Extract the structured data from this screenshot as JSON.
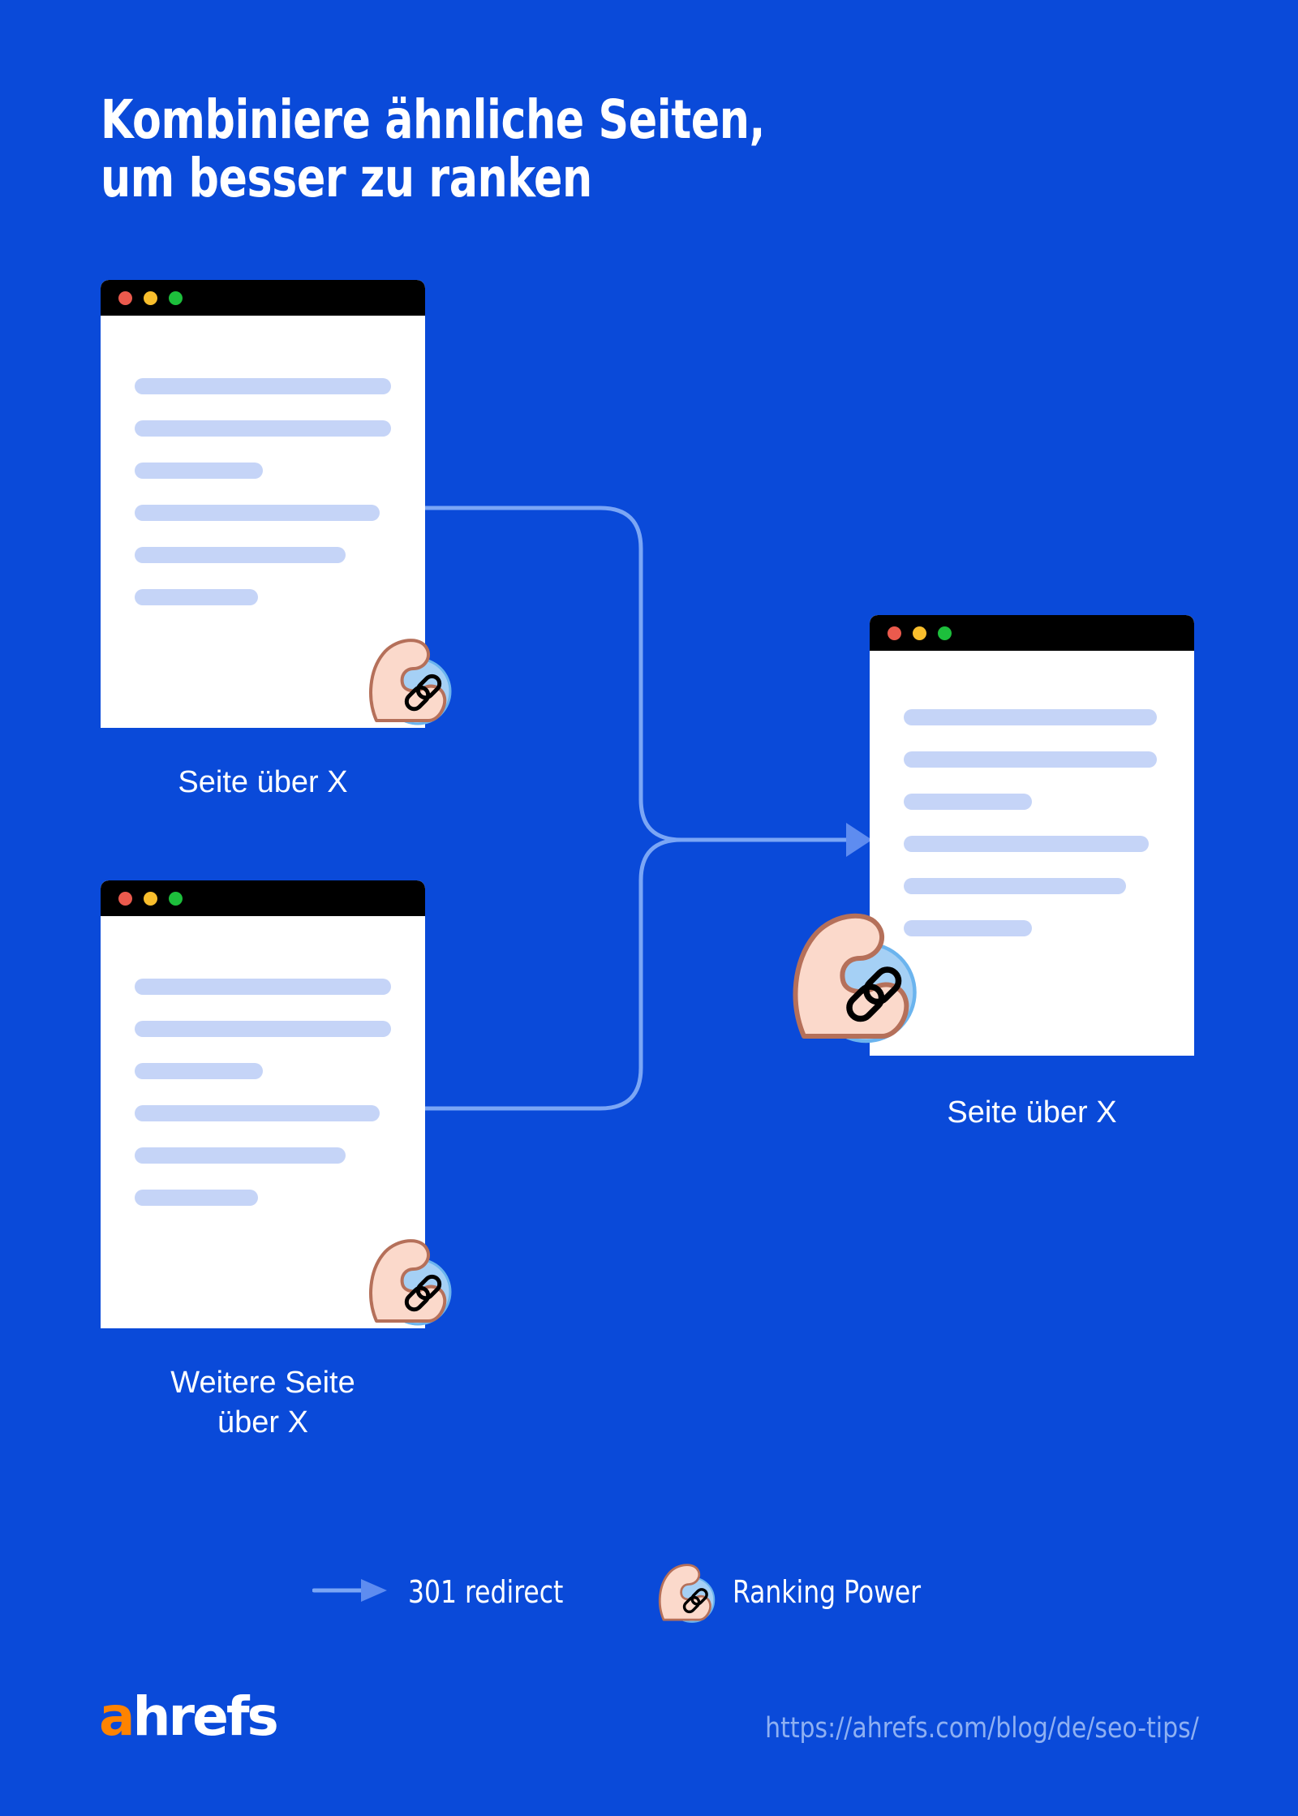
{
  "meta": {
    "background_color": "#0A4AD9",
    "accent_line_color": "#7BA6F5",
    "bar_color": "#C5D4F7",
    "logo_accent_color": "#FF8300",
    "url_color": "#8EB0F2"
  },
  "title": {
    "text": "Kombiniere ähnliche Seiten,\num besser zu ranken"
  },
  "windows": [
    {
      "id": "win-a",
      "dots": [
        "red",
        "yellow",
        "green"
      ],
      "content_lines": [
        100,
        100,
        50,
        95,
        82,
        48
      ],
      "badge": "ranking-power-icon"
    },
    {
      "id": "win-b",
      "dots": [
        "red",
        "yellow",
        "green"
      ],
      "content_lines": [
        100,
        100,
        50,
        95,
        82,
        48
      ],
      "badge": "ranking-power-icon"
    },
    {
      "id": "win-c",
      "dots": [
        "red",
        "yellow",
        "green"
      ],
      "content_lines": [
        100,
        100,
        50,
        95,
        82,
        48
      ],
      "badge": "ranking-power-icon"
    }
  ],
  "captions": {
    "source_a": "Seite über X",
    "source_b": "Weitere Seite\nüber X",
    "target": "Seite über X"
  },
  "legend": {
    "redirect_label": "301 redirect",
    "ranking_power_label": "Ranking Power",
    "arrow_icon": "arrow-right-icon",
    "muscle_icon": "ranking-power-icon"
  },
  "footer": {
    "logo_accent": "a",
    "logo_rest": "hrefs",
    "url": "https://ahrefs.com/blog/de/seo-tips/"
  }
}
